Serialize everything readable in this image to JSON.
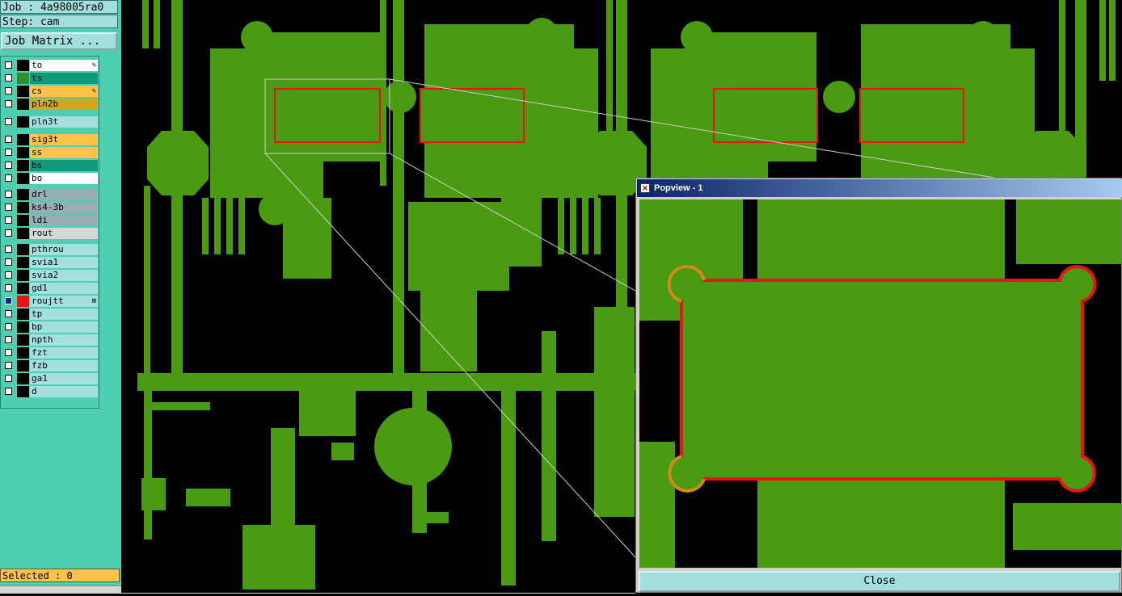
{
  "job_label": "Job : 4a98005ra0",
  "step_label": "Step: cam",
  "job_matrix_button": "Job Matrix ...",
  "layers": [
    {
      "name": "to",
      "bg": "#ffffff",
      "swatch": "#000000",
      "mark": "pen"
    },
    {
      "name": "ts",
      "bg": "#0f9a7b",
      "swatch": "#2f8f2f",
      "mark": ""
    },
    {
      "name": "cs",
      "bg": "#ffc24d",
      "swatch": "#000000",
      "mark": "pen"
    },
    {
      "name": "pln2b",
      "bg": "#d8a61c",
      "swatch": "#000000",
      "mark": ""
    },
    {
      "name": "pln3t",
      "bg": "#a3dfde",
      "swatch": "#000000",
      "mark": ""
    },
    {
      "name": "sig3t",
      "bg": "#ffc24d",
      "swatch": "#000000",
      "mark": ""
    },
    {
      "name": "ss",
      "bg": "#ffc24d",
      "swatch": "#000000",
      "mark": ""
    },
    {
      "name": "bs",
      "bg": "#0f9a7b",
      "swatch": "#000000",
      "mark": ""
    },
    {
      "name": "bo",
      "bg": "#ffffff",
      "swatch": "#000000",
      "mark": ""
    },
    {
      "name": "drl",
      "bg": "#98aeb4",
      "swatch": "#000000",
      "mark": ""
    },
    {
      "name": "ks4-3b",
      "bg": "#98aeb4",
      "swatch": "#000000",
      "mark": ""
    },
    {
      "name": "ldi",
      "bg": "#98aeb4",
      "swatch": "#000000",
      "mark": ""
    },
    {
      "name": "rout",
      "bg": "#d7d7d7",
      "swatch": "#000000",
      "mark": ""
    },
    {
      "name": "pthrou",
      "bg": "#a3dfde",
      "swatch": "#000000",
      "mark": ""
    },
    {
      "name": "svia1",
      "bg": "#a3dfde",
      "swatch": "#000000",
      "mark": ""
    },
    {
      "name": "svia2",
      "bg": "#a3dfde",
      "swatch": "#000000",
      "mark": ""
    },
    {
      "name": "gd1",
      "bg": "#a3dfde",
      "swatch": "#000000",
      "mark": ""
    },
    {
      "name": "roujtt",
      "bg": "#a3dfde",
      "swatch": "#e8141a",
      "mark": "plus",
      "checked": true
    },
    {
      "name": "tp",
      "bg": "#a3dfde",
      "swatch": "#000000",
      "mark": ""
    },
    {
      "name": "bp",
      "bg": "#a3dfde",
      "swatch": "#000000",
      "mark": ""
    },
    {
      "name": "npth",
      "bg": "#a3dfde",
      "swatch": "#000000",
      "mark": ""
    },
    {
      "name": "fzt",
      "bg": "#a3dfde",
      "swatch": "#000000",
      "mark": ""
    },
    {
      "name": "fzb",
      "bg": "#a3dfde",
      "swatch": "#000000",
      "mark": ""
    },
    {
      "name": "ga1",
      "bg": "#a3dfde",
      "swatch": "#000000",
      "mark": ""
    },
    {
      "name": "d",
      "bg": "#a3dfde",
      "swatch": "#000000",
      "mark": ""
    }
  ],
  "selected_label": "Selected : 0",
  "popview": {
    "title": "Popview - 1",
    "close_label": "Close"
  },
  "colors": {
    "copper": "#4a9a12",
    "background": "#000000",
    "highlight_red": "#e8141a",
    "highlight_amber": "#c8901a",
    "panel": "#4fcfb1"
  },
  "icons": {
    "window_icon": "close-x-icon",
    "layer_edit_mark": "pen-icon",
    "layer_plus_mark": "plus-icon"
  }
}
